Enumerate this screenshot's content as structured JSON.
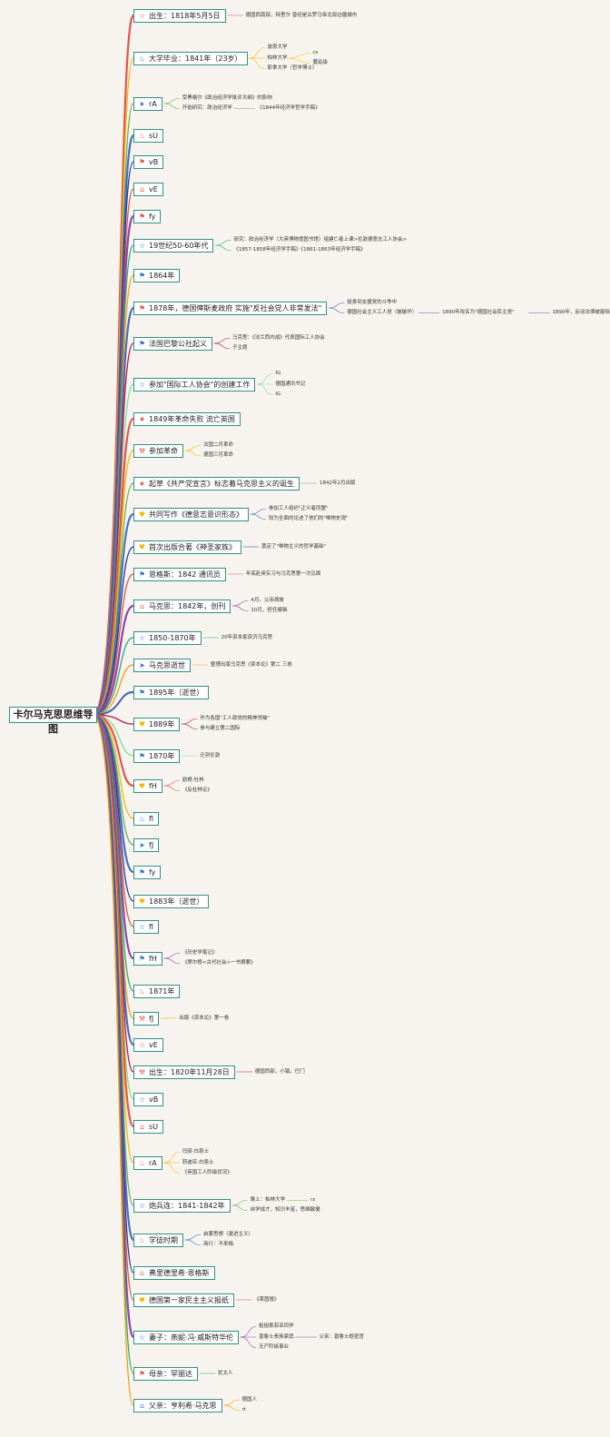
{
  "root": "卡尔马克思思维导图",
  "colors": {
    "node_border": "#2f8f86",
    "background": "#f7f4ef",
    "branches": [
      "#e8524a",
      "#f5b800",
      "#6ab04c",
      "#3d72c4",
      "#1e3799",
      "#e55039",
      "#8e44ad",
      "#27ae60",
      "#f39c12",
      "#4a69bd",
      "#b71540",
      "#78e08f"
    ]
  },
  "branches": [
    {
      "label": "出生：1818年5月5日",
      "icon": "star-outline",
      "icon_color": "#e8524a",
      "children": [
        {
          "text": "德国西南部，特里尔 曾经是古罗马帝北部边疆城市"
        }
      ]
    },
    {
      "label": "大学毕业：1841年（23岁）",
      "icon": "flame",
      "icon_color": "#2b78d0",
      "children": [
        {
          "text": "波恩大学"
        },
        {
          "text": "柏林大学",
          "children": [
            {
              "text": "cs"
            },
            {
              "text": "蔓延级"
            }
          ]
        },
        {
          "text": "耶拿大学（哲学博士）"
        }
      ]
    },
    {
      "label": "rA",
      "icon": "paper-plane",
      "icon_color": "#2b78d0",
      "children": [
        {
          "text": "受黑格尔《政治经济学批评大纲》的影响"
        },
        {
          "text": "开始研究：政治经济学",
          "children": [
            {
              "text": "《1844年经济学哲学手稿》"
            }
          ]
        }
      ]
    },
    {
      "label": "sU",
      "icon": "flame",
      "icon_color": "#e8524a",
      "children": []
    },
    {
      "label": "vB",
      "icon": "flag",
      "icon_color": "#e8524a",
      "children": []
    },
    {
      "label": "vE",
      "icon": "house",
      "icon_color": "#e8524a",
      "children": []
    },
    {
      "label": "fy",
      "icon": "flag",
      "icon_color": "#e8524a",
      "children": []
    },
    {
      "label": "19世纪50-60年代",
      "icon": "star-outline",
      "icon_color": "#2b78d0",
      "children": [
        {
          "text": "研究：政治经济学（大英博物馆图书馆）组建亡者上课>伦敦德意志工人协会>"
        },
        {
          "text": "《1857-1858年经济学手稿》《1861-1863年经济学手稿》"
        }
      ]
    },
    {
      "label": "1864年",
      "icon": "flag",
      "icon_color": "#2b78d0",
      "children": []
    },
    {
      "label": "1878年，德国俾斯麦政府 实施\"反社会党人非常发法\"",
      "icon": "flag",
      "icon_color": "#e8524a",
      "children": [
        {
          "text": "投身到支援党的斗争中"
        },
        {
          "text": "德国社会主义工人党（被破坏）",
          "children": [
            {
              "text": "1890年改名为\"德国社会民主党\"",
              "children": [
                {
                  "text": "1890年，反动法律被废除"
                }
              ]
            }
          ]
        }
      ]
    },
    {
      "label": "法国巴黎公社起义",
      "icon": "flag",
      "icon_color": "#2b78d0",
      "children": [
        {
          "text": "马克思：《法兰西内战》代表国际工人协会"
        },
        {
          "text": "子主题"
        }
      ]
    },
    {
      "label": "参加\"国际工人协会\"的创建工作",
      "icon": "star-outline",
      "icon_color": "#2b78d0",
      "children": [
        {
          "text": "IG"
        },
        {
          "text": "德国通讯书记"
        },
        {
          "text": "IG"
        }
      ]
    },
    {
      "label": "1849年革命失败 流亡英国",
      "icon": "star",
      "icon_color": "#e8524a",
      "children": []
    },
    {
      "label": "参加革命",
      "icon": "hammer",
      "icon_color": "#e8524a",
      "children": [
        {
          "text": "法国二月革命"
        },
        {
          "text": "德国三月革命"
        }
      ]
    },
    {
      "label": "起草《共产党宣言》标志着马克思主义的诞生",
      "icon": "star",
      "icon_color": "#e8524a",
      "children": [
        {
          "text": "1842年2月出版"
        }
      ]
    },
    {
      "label": "共同写作《德意志意识形态》",
      "icon": "heart",
      "icon_color": "#f5b800",
      "children": [
        {
          "text": "参加工人组织\"正义者同盟\""
        },
        {
          "text": "较为全面的论述了他们的\"唯物史观\""
        }
      ]
    },
    {
      "label": "首次出版合著《神圣家族》",
      "icon": "heart",
      "icon_color": "#f5b800",
      "children": [
        {
          "text": "奠定了\"唯物主义的哲学基础\""
        }
      ]
    },
    {
      "label": "恩格斯：1842 通讯员",
      "icon": "flag",
      "icon_color": "#2b78d0",
      "children": [
        {
          "text": "年底赴英实习与马克思第一次见面"
        }
      ]
    },
    {
      "label": "马克思：1842年，创刊",
      "icon": "house",
      "icon_color": "#e8524a",
      "children": [
        {
          "text": "4月，父亲病故"
        },
        {
          "text": "10月，担任编辑"
        }
      ]
    },
    {
      "label": "1850-1870年",
      "icon": "star-outline",
      "icon_color": "#2b78d0",
      "children": [
        {
          "text": "20年资本家资济马克思"
        }
      ]
    },
    {
      "label": "马克思逝世",
      "icon": "paper-plane",
      "icon_color": "#2b78d0",
      "children": [
        {
          "text": "整理出版马克思《资本论》第二 三卷"
        }
      ]
    },
    {
      "label": "1895年（逝世）",
      "icon": "flag",
      "icon_color": "#2b78d0",
      "children": []
    },
    {
      "label": "1889年",
      "icon": "heart",
      "icon_color": "#f5b800",
      "children": [
        {
          "text": "作为各国\"工人政党的精神领袖\""
        },
        {
          "text": "参与建立第二国际"
        }
      ]
    },
    {
      "label": "1870年",
      "icon": "flag",
      "icon_color": "#2b78d0",
      "children": [
        {
          "text": "迁到伦敦"
        }
      ]
    },
    {
      "label": "fH",
      "icon": "heart",
      "icon_color": "#f5b800",
      "children": [
        {
          "text": "欧根·杜林"
        },
        {
          "text": "《反杜林论》"
        }
      ]
    },
    {
      "label": "fl",
      "icon": "flame",
      "icon_color": "#2b78d0",
      "children": []
    },
    {
      "label": "fJ",
      "icon": "paper-plane",
      "icon_color": "#2b78d0",
      "children": []
    },
    {
      "label": "fy",
      "icon": "flag",
      "icon_color": "#2b78d0",
      "children": []
    },
    {
      "label": "1883年（逝世）",
      "icon": "heart",
      "icon_color": "#f5b800",
      "children": []
    },
    {
      "label": "fl",
      "icon": "star-outline",
      "icon_color": "#2b78d0",
      "children": []
    },
    {
      "label": "fH",
      "icon": "flag",
      "icon_color": "#2b78d0",
      "children": [
        {
          "text": "《历史学笔记》"
        },
        {
          "text": "《摩尔根<古代社会>一书摘要》"
        }
      ]
    },
    {
      "label": "1871年",
      "icon": "flame",
      "icon_color": "#e8524a",
      "children": []
    },
    {
      "label": "fJ",
      "icon": "hammer",
      "icon_color": "#e8524a",
      "children": [
        {
          "text": "出版《资本论》第一卷"
        }
      ]
    },
    {
      "label": "vE",
      "icon": "star-outline",
      "icon_color": "#e8524a",
      "children": []
    },
    {
      "label": "出生：1820年11月28日",
      "icon": "hammer",
      "icon_color": "#e8524a",
      "children": [
        {
          "text": "德国西部，小镇，巴门"
        }
      ]
    },
    {
      "label": "vB",
      "icon": "star-outline",
      "icon_color": "#2b78d0",
      "children": []
    },
    {
      "label": "sU",
      "icon": "house",
      "icon_color": "#e8524a",
      "children": []
    },
    {
      "label": "rA",
      "icon": "flame",
      "icon_color": "#e8524a",
      "children": [
        {
          "text": "玛丽·白恩士"
        },
        {
          "text": "莉迪亚·白恩士"
        },
        {
          "text": "《英国工人阶级状况》"
        }
      ]
    },
    {
      "label": "炮兵连：1841-1842年",
      "icon": "star-outline",
      "icon_color": "#2b78d0",
      "children": [
        {
          "text": "晚上：柏林大学",
          "children": [
            {
              "text": "rz"
            }
          ]
        },
        {
          "text": "自学成才，知识丰富，思维敏捷"
        }
      ]
    },
    {
      "label": "学徒时期",
      "icon": "flame",
      "icon_color": "#e8524a",
      "children": [
        {
          "text": "启蒙思想（激进主义）"
        },
        {
          "text": "商行：不来梅"
        }
      ]
    },
    {
      "label": "弗里德里希·恩格斯",
      "icon": "house",
      "icon_color": "#e8524a",
      "children": []
    },
    {
      "label": "德国第一家民主主义报纸",
      "icon": "heart",
      "icon_color": "#f5b800",
      "children": [
        {
          "text": "《莱茵报》"
        }
      ]
    },
    {
      "label": "妻子：燕妮·冯·威斯特华伦",
      "icon": "star-outline",
      "icon_color": "#2b78d0",
      "children": [
        {
          "text": "姐姐索菲亚同学"
        },
        {
          "text": "普鲁士贵族家庭",
          "children": [
            {
              "text": "父亲：普鲁士枢密官"
            }
          ]
        },
        {
          "text": "无产阶级事业"
        }
      ]
    },
    {
      "label": "母亲：罕丽达",
      "icon": "flag",
      "icon_color": "#e8524a",
      "children": [
        {
          "text": "犹太人"
        }
      ]
    },
    {
      "label": "父亲：亨利希·马克思",
      "icon": "house",
      "icon_color": "#2b78d0",
      "children": [
        {
          "text": "德国人"
        },
        {
          "text": "rt"
        }
      ]
    }
  ]
}
